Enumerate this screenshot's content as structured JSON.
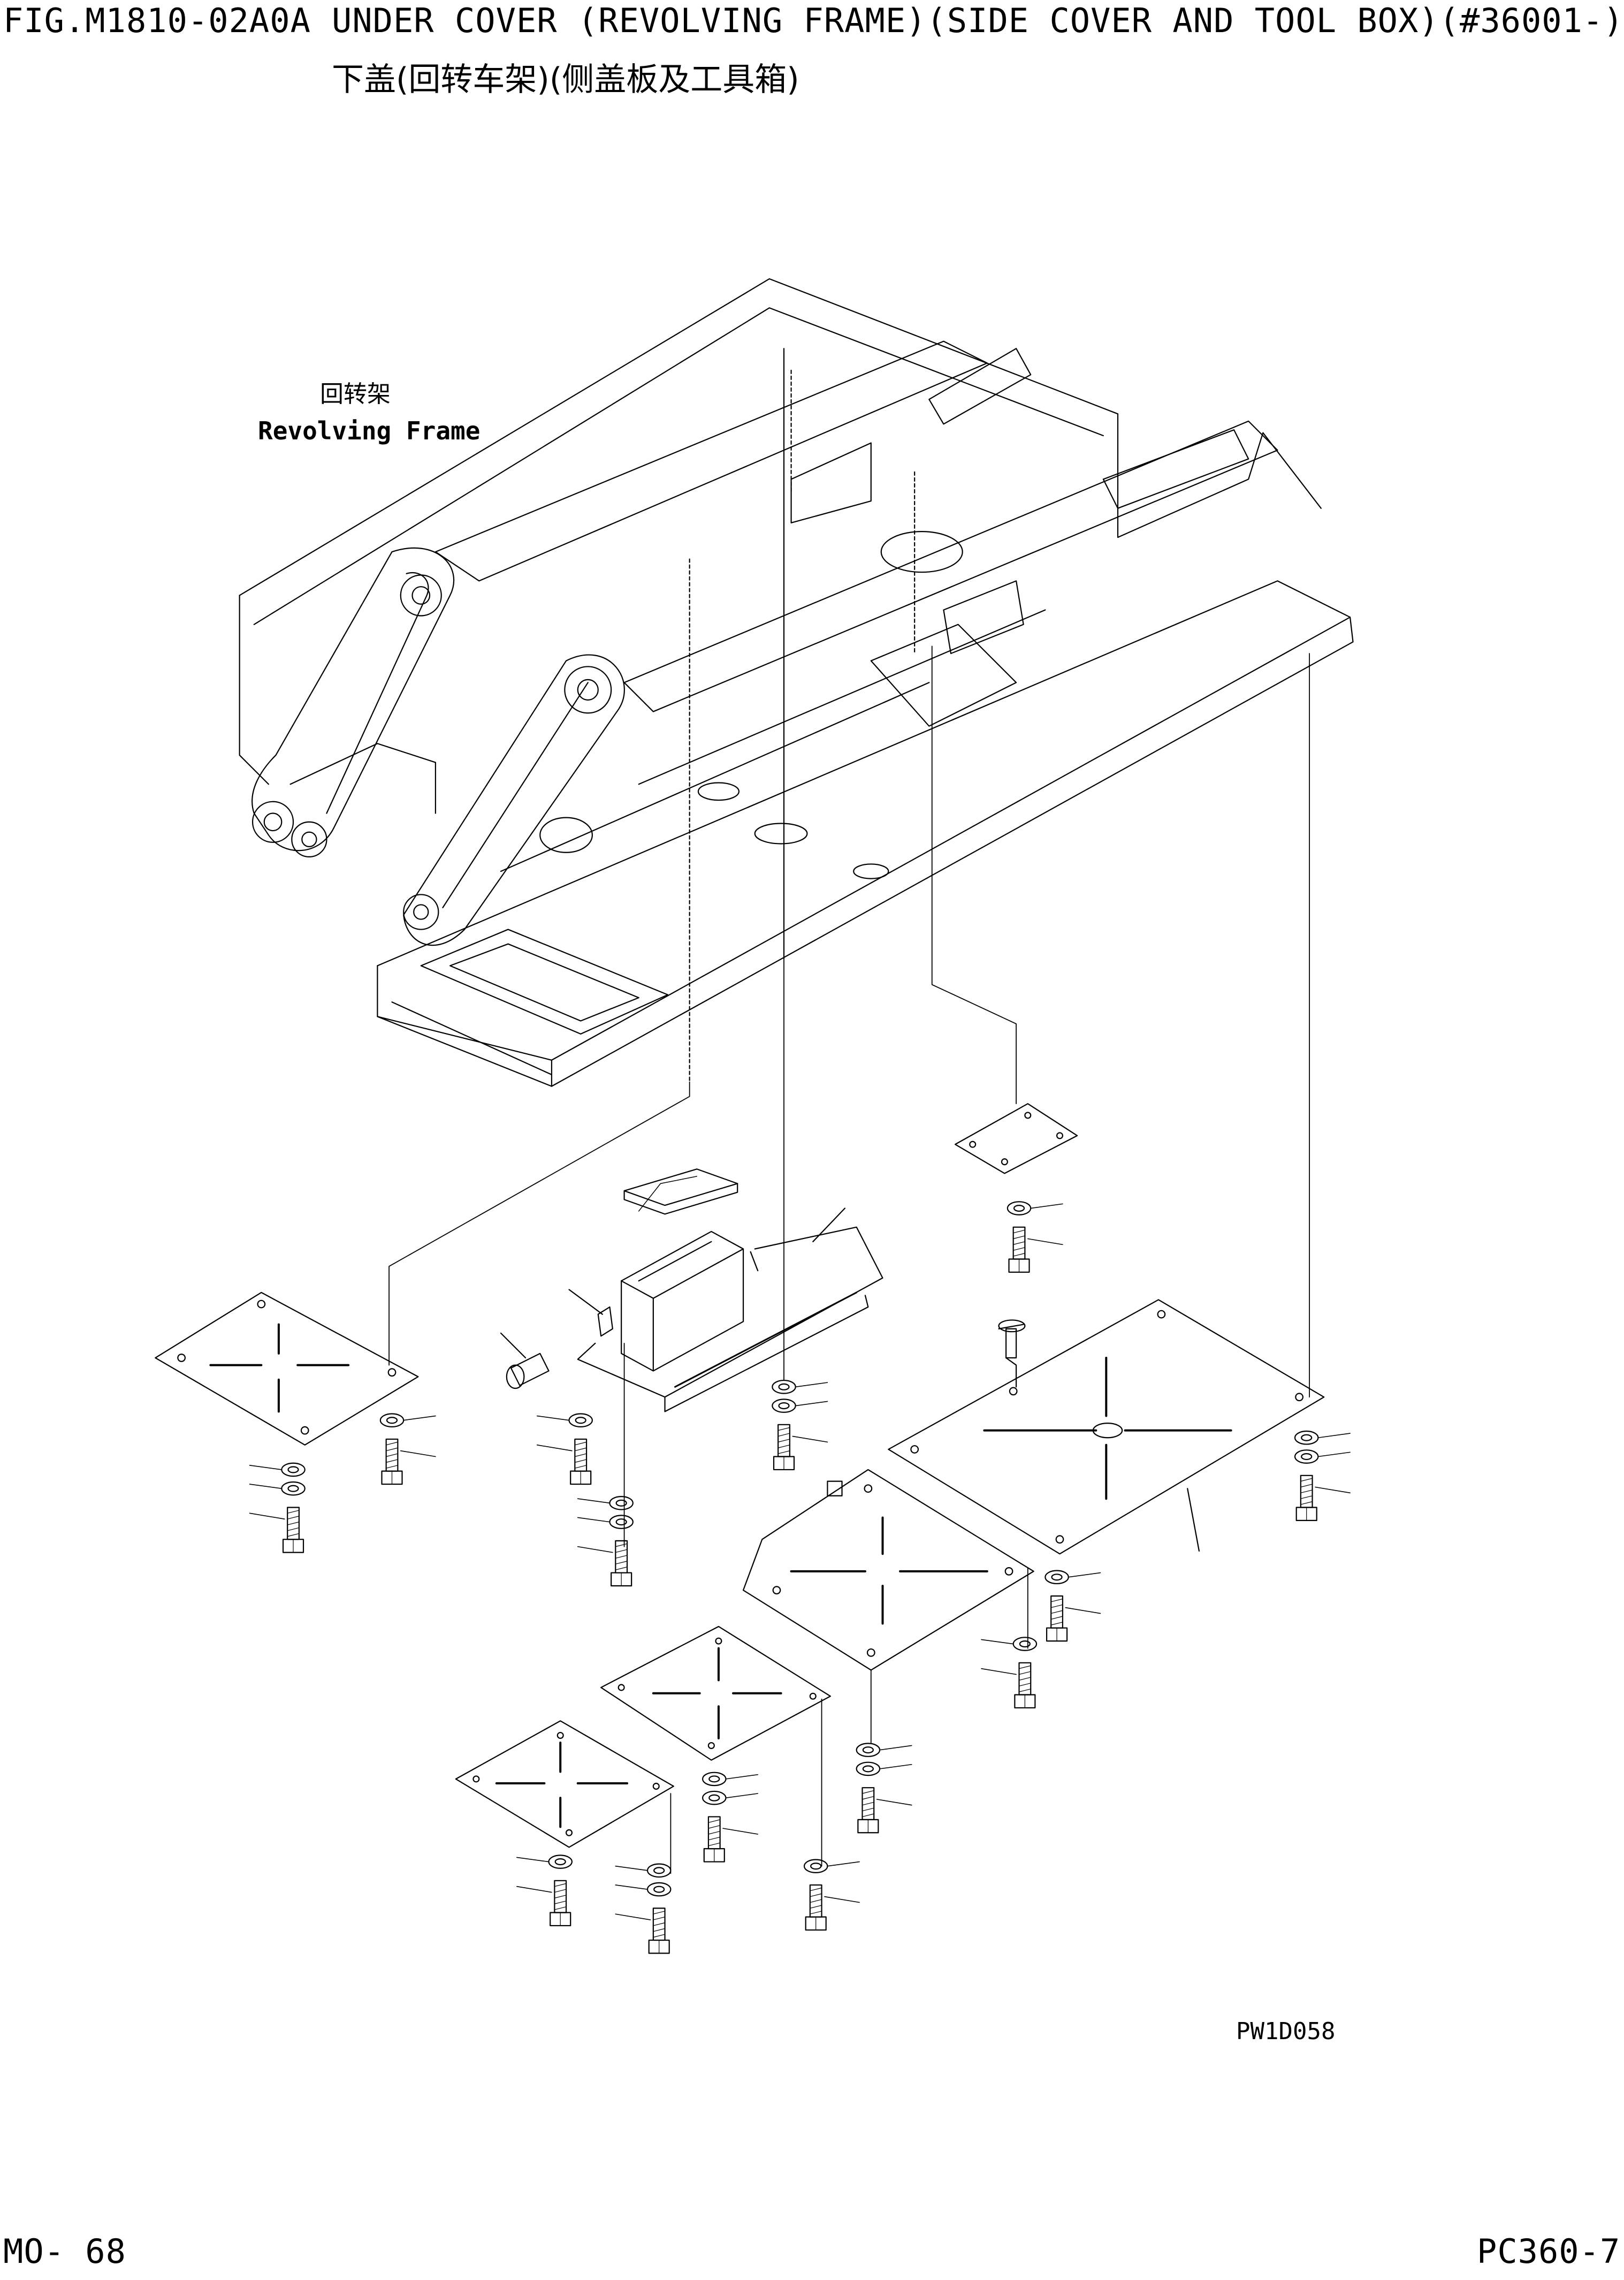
{
  "header": {
    "fig_number": "FIG.M1810-02A0A",
    "title_en": "UNDER COVER (REVOLVING FRAME)(SIDE COVER AND TOOL BOX)(#36001-)",
    "title_cn": "下盖(回转车架)(侧盖板及工具箱)"
  },
  "labels": {
    "frame_cn": "回转架",
    "frame_en": "Revolving Frame",
    "drawing_code": "PW1D058"
  },
  "footer": {
    "page": "MO-  68",
    "model": "PC360-7"
  },
  "colors": {
    "ink": "#000000",
    "paper": "#ffffff"
  }
}
